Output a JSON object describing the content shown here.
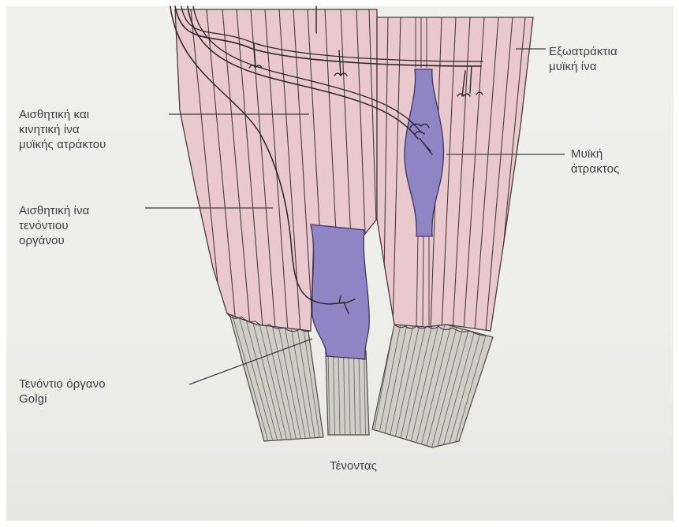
{
  "labels": {
    "extrafusal": "Εξωατράκτια\nμυϊκή ίνα",
    "sensory_motor": "Αισθητική και\nκινητική ίνα\nμυϊκής ατράκτου",
    "spindle": "Μυϊκή\nάτρακτος",
    "tendon_sensory": "Αισθητική ίνα\nτενόντιου\nοργάνου",
    "golgi": "Τενόντιο όργανο\nGolgi",
    "tendon": "Τένοντας"
  },
  "colors": {
    "muscle_fill": "#e9c9ce",
    "muscle_line": "#4a3a40",
    "organ_fill": "#8f84c4",
    "tendon_fill": "#cfcfc6",
    "nerve": "#2c2528",
    "text": "#3d3d45"
  }
}
